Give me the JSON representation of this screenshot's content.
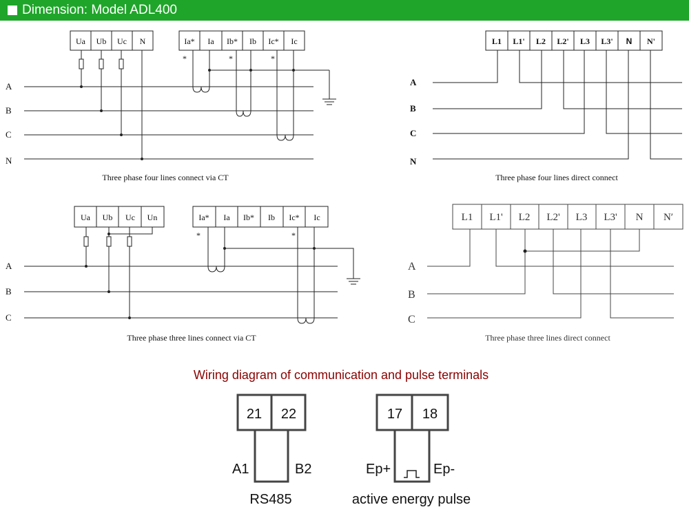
{
  "header": {
    "title": "Dimension: Model ADL400"
  },
  "diagram1": {
    "voltage_terminals": [
      "Ua",
      "Ub",
      "Uc",
      "N"
    ],
    "current_terminals": [
      "Ia*",
      "Ia",
      "Ib*",
      "Ib",
      "Ic*",
      "Ic"
    ],
    "phases": [
      "A",
      "B",
      "C",
      "N"
    ],
    "marks": [
      "*",
      "*",
      "*"
    ],
    "caption": "Three phase four lines connect via CT"
  },
  "diagram2": {
    "terminals": [
      "L1",
      "L1'",
      "L2",
      "L2'",
      "L3",
      "L3'",
      "N",
      "N'"
    ],
    "phases": [
      "A",
      "B",
      "C",
      "N"
    ],
    "caption": "Three phase four lines direct connect"
  },
  "diagram3": {
    "voltage_terminals": [
      "Ua",
      "Ub",
      "Uc",
      "Un"
    ],
    "current_terminals": [
      "Ia*",
      "Ia",
      "Ib*",
      "Ib",
      "Ic*",
      "Ic"
    ],
    "phases": [
      "A",
      "B",
      "C"
    ],
    "marks": [
      "*",
      "*"
    ],
    "caption": "Three phase three lines connect via CT"
  },
  "diagram4": {
    "terminals": [
      "L1",
      "L1'",
      "L2",
      "L2'",
      "L3",
      "L3'",
      "N",
      "N′"
    ],
    "phases": [
      "A",
      "B",
      "C"
    ],
    "caption": "Three phase three lines direct connect"
  },
  "comm": {
    "title": "Wiring diagram of communication and pulse terminals",
    "rs485": {
      "terminals": [
        "21",
        "22"
      ],
      "left_label": "A1",
      "right_label": "B2",
      "caption": "RS485"
    },
    "pulse": {
      "terminals": [
        "17",
        "18"
      ],
      "left_label": "Ep+",
      "right_label": "Ep-",
      "caption": "active energy pulse"
    }
  },
  "colors": {
    "header": "#1fa52a",
    "comm_title": "#8b0000"
  }
}
